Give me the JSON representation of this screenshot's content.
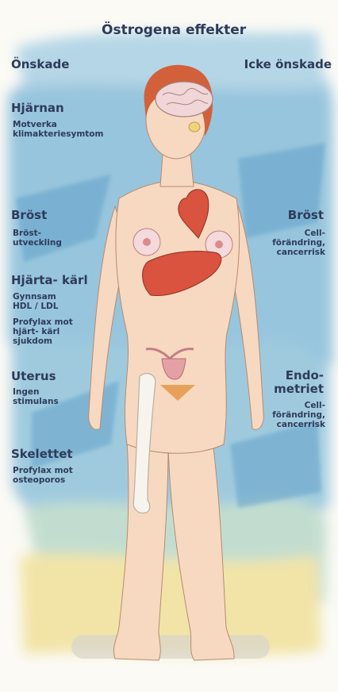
{
  "title": "Östrogena effekter",
  "columns": {
    "left": "Önskade",
    "right": "Icke önskade"
  },
  "left_effects": [
    {
      "heading": "Hjärnan",
      "lines": [
        "Motverka",
        "klimakteriesymtom"
      ]
    },
    {
      "heading": "Bröst",
      "lines": [
        "Bröst-",
        "utveckling"
      ]
    },
    {
      "heading": "Hjärta- kärl",
      "lines": [
        "Gynnsam",
        "HDL / LDL"
      ],
      "extra_lines": [
        "Profylax mot",
        "hjärt- kärl",
        "sjukdom"
      ]
    },
    {
      "heading": "Uterus",
      "lines": [
        "Ingen",
        "stimulans"
      ]
    },
    {
      "heading": "Skelettet",
      "lines": [
        "Profylax mot",
        "osteoporos"
      ]
    }
  ],
  "right_effects": [
    {
      "heading": "Bröst",
      "lines": [
        "Cell-",
        "förändring,",
        "cancerrisk"
      ]
    },
    {
      "heading_lines": [
        "Endo-",
        "metriet"
      ],
      "lines": [
        "Cell-",
        "förändring,",
        "cancerrisk"
      ]
    }
  ],
  "colors": {
    "text": "#2e3b5a",
    "watercolor_blue": "#7fb6d6",
    "watercolor_yellow": "#f2e3a0",
    "skin": "#f6d9c0",
    "hair": "#d2603a",
    "organ_red": "#d9533e",
    "uterus_pink": "#e3a1a6",
    "brain_pink": "#f0d6d6",
    "bone": "#f7f4ee"
  },
  "icons": [
    "brain-icon",
    "heart-icon",
    "liver-icon",
    "breast-tissue-icon",
    "uterus-icon",
    "femur-icon"
  ]
}
